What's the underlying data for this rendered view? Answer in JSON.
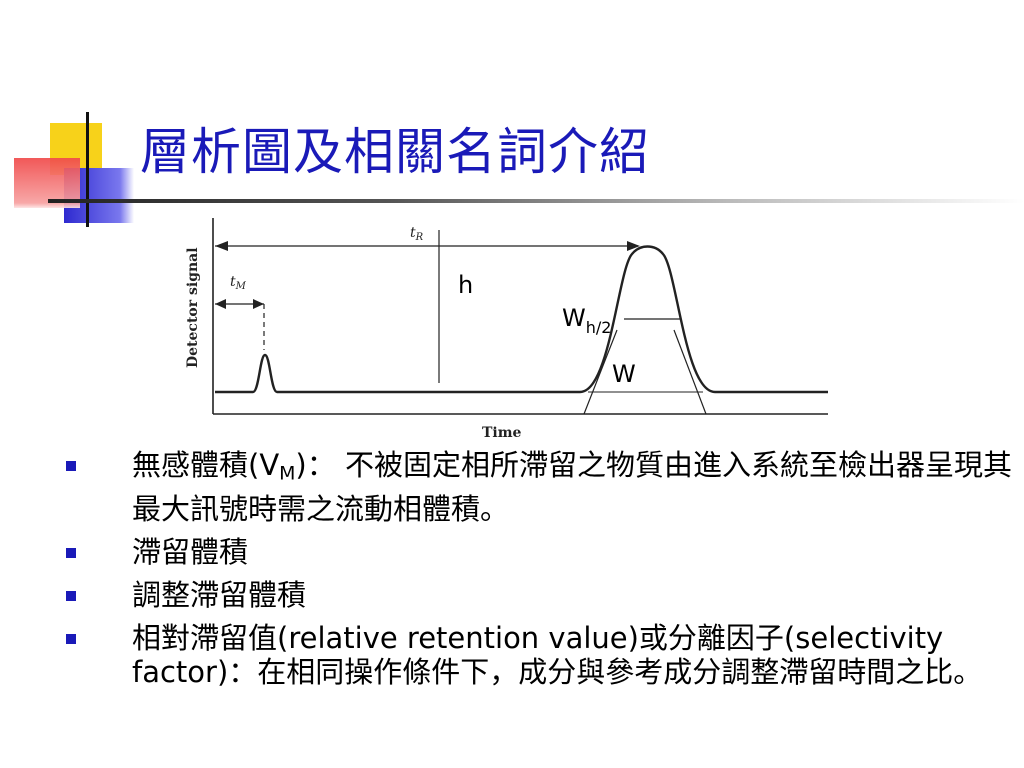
{
  "title": "層析圖及相關名詞介紹",
  "chart_data": {
    "type": "line",
    "xlabel": "Time",
    "ylabel": "Detector signal",
    "labels": {
      "t_R": "t",
      "t_R_sub": "R",
      "t_M": "t",
      "t_M_sub": "M",
      "h": "h",
      "W_half": "W",
      "W_half_sub": "h/2",
      "W": "W"
    }
  },
  "bullets": [
    {
      "pre": "無感體積(V",
      "sub": "M",
      "post": ")： 不被固定相所滯留之物質由進入系統至檢出器呈現其最大訊號時需之流動相體積。"
    },
    {
      "text": "滯留體積"
    },
    {
      "text": "調整滯留體積"
    },
    {
      "text": "相對滯留值(relative retention value)或分離因子(selectivity factor)：在相同操作條件下，成分與參考成分調整滯留時間之比。"
    }
  ],
  "colors": {
    "title": "#1a1ab8",
    "bullet": "#1a1ab8",
    "deco_yellow": "#f7d21a",
    "deco_red": "#f04a4a",
    "deco_blue": "#3a35d8"
  }
}
